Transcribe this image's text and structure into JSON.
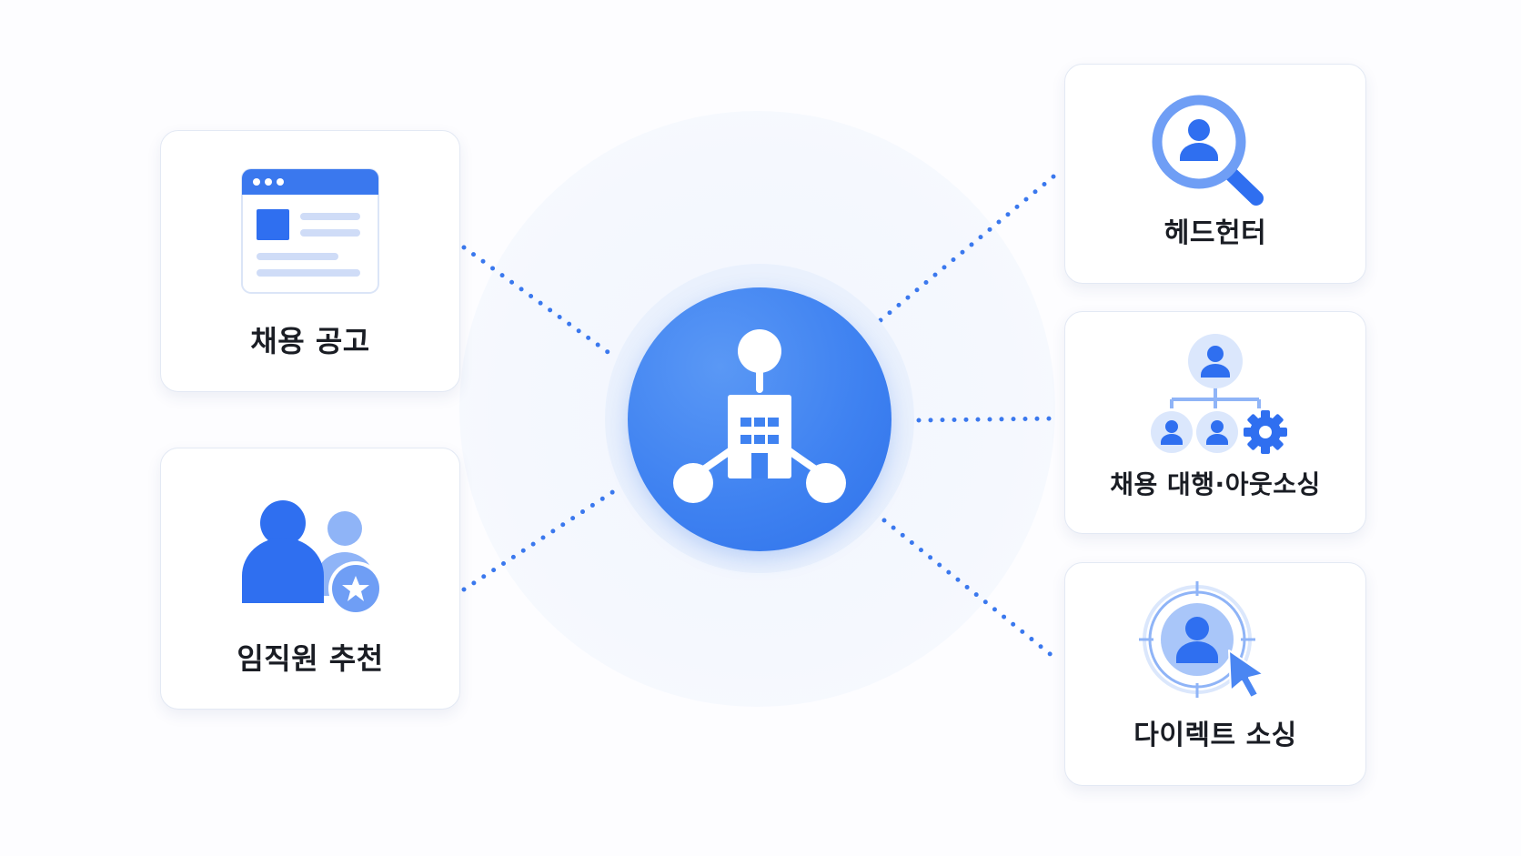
{
  "colors": {
    "primary": "#2f6ff0",
    "light": "#8fb4f7",
    "pale": "#dbe7fc",
    "text": "#1a1d24"
  },
  "center": {
    "icon": "building-network-icon"
  },
  "sources": [
    {
      "id": "posting",
      "label": "채용 공고",
      "icon": "job-posting-browser-icon"
    },
    {
      "id": "referral",
      "label": "임직원 추천",
      "icon": "employee-referral-icon"
    },
    {
      "id": "headhunter",
      "label": "헤드헌터",
      "icon": "search-person-icon"
    },
    {
      "id": "outsourcing",
      "label": "채용 대행·아웃소싱",
      "icon": "org-chart-gear-icon"
    },
    {
      "id": "direct",
      "label": "다이렉트 소싱",
      "icon": "target-person-cursor-icon"
    }
  ]
}
